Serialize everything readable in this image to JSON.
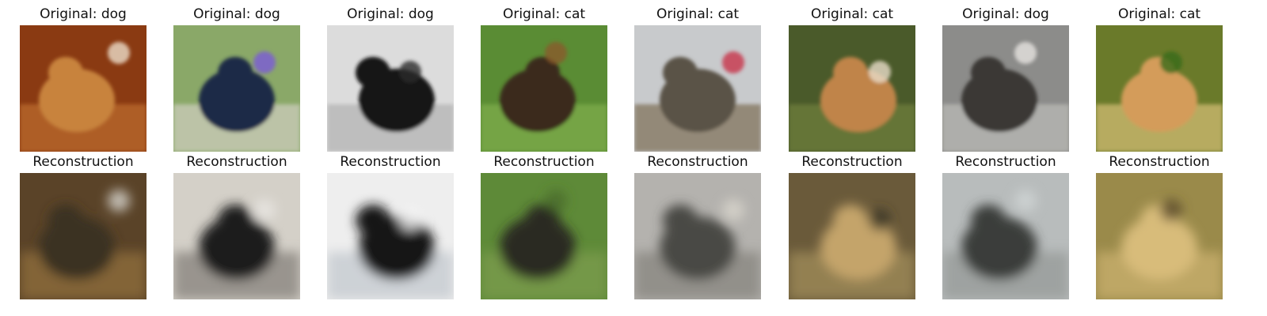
{
  "figure": {
    "columns": [
      {
        "original_title": "Original: dog",
        "reconstruction_title": "Reconstruction",
        "original_palette": {
          "bg": "#8a3a12",
          "mid": "#b5652a",
          "subject": "#c8833e",
          "accent": "#ecdcc8"
        },
        "reconstruction_palette": {
          "bg": "#5a4328",
          "mid": "#8a6a3a",
          "subject": "#3a3222",
          "accent": "#d8d6d0"
        }
      },
      {
        "original_title": "Original: dog",
        "reconstruction_title": "Reconstruction",
        "original_palette": {
          "bg": "#8aa868",
          "mid": "#c4c8b2",
          "subject": "#1e2a46",
          "accent": "#7a5ad8"
        },
        "reconstruction_palette": {
          "bg": "#d4d0c8",
          "mid": "#8e8a84",
          "subject": "#1e1c1c",
          "accent": "#e8e6e2"
        }
      },
      {
        "original_title": "Original: dog",
        "reconstruction_title": "Reconstruction",
        "original_palette": {
          "bg": "#dcdcdc",
          "mid": "#b8b8b8",
          "subject": "#161616",
          "accent": "#2a2a2a"
        },
        "reconstruction_palette": {
          "bg": "#eeeeee",
          "mid": "#c8ccd2",
          "subject": "#151515",
          "accent": "#f6f6f6"
        }
      },
      {
        "original_title": "Original: cat",
        "reconstruction_title": "Reconstruction",
        "original_palette": {
          "bg": "#5a8c34",
          "mid": "#7aa848",
          "subject": "#3a2a1a",
          "accent": "#8a5a2a"
        },
        "reconstruction_palette": {
          "bg": "#5e8a38",
          "mid": "#789a4a",
          "subject": "#2a2c24",
          "accent": "#4a6a2a"
        }
      },
      {
        "original_title": "Original: cat",
        "reconstruction_title": "Reconstruction",
        "original_palette": {
          "bg": "#c8cacc",
          "mid": "#8a7e6a",
          "subject": "#5a5246",
          "accent": "#c8324a"
        },
        "reconstruction_palette": {
          "bg": "#b4b2ae",
          "mid": "#8c8a84",
          "subject": "#4a4844",
          "accent": "#d8d4cc"
        }
      },
      {
        "original_title": "Original: cat",
        "reconstruction_title": "Reconstruction",
        "original_palette": {
          "bg": "#4a5a2a",
          "mid": "#6a7a3a",
          "subject": "#c08448",
          "accent": "#e8dcc8"
        },
        "reconstruction_palette": {
          "bg": "#6a5a3a",
          "mid": "#9a8656",
          "subject": "#c4a46a",
          "accent": "#3a3624"
        }
      },
      {
        "original_title": "Original: dog",
        "reconstruction_title": "Reconstruction",
        "original_palette": {
          "bg": "#8c8c8a",
          "mid": "#b4b4b0",
          "subject": "#3a3834",
          "accent": "#e6e4e0"
        },
        "reconstruction_palette": {
          "bg": "#b8bcbc",
          "mid": "#9a9e9c",
          "subject": "#3a3c3a",
          "accent": "#d0d4d4"
        }
      },
      {
        "original_title": "Original: cat",
        "reconstruction_title": "Reconstruction",
        "original_palette": {
          "bg": "#6a7a2a",
          "mid": "#c4b46a",
          "subject": "#d49c5a",
          "accent": "#3a6a1a"
        },
        "reconstruction_palette": {
          "bg": "#9a8a4a",
          "mid": "#c4ac6a",
          "subject": "#d8bc7a",
          "accent": "#5a4a2a"
        }
      }
    ]
  }
}
